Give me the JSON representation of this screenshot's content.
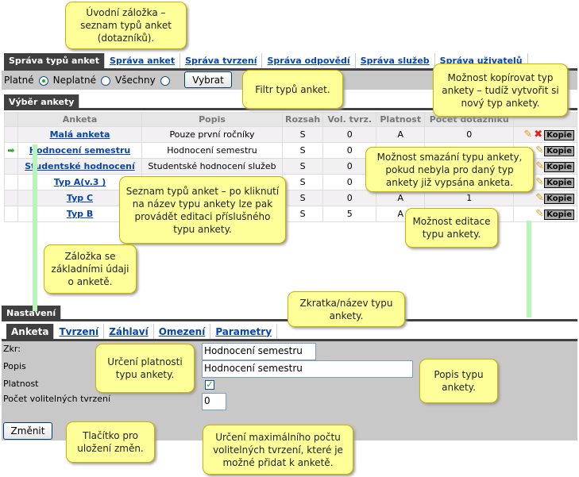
{
  "top_tabs": [
    "Správa typů anket",
    "Správa anket",
    "Správa tvrzení",
    "Správa odpovědí",
    "Správa služeb",
    "Správa uživatelů"
  ],
  "filter": {
    "options": [
      "Platné",
      "Neplatné",
      "Všechny"
    ],
    "selected": 0,
    "button": "Vybrat"
  },
  "section_title": "Výběr ankety",
  "table": {
    "headers": [
      "Anketa",
      "Popis",
      "Rozsah",
      "Vol. tvrz.",
      "Platnost",
      "Počet dotazníků"
    ],
    "rows": [
      {
        "anketa": "Malá anketa",
        "popis": "Pouze první ročníky",
        "rozsah": "S",
        "vol": "0",
        "platnost": "A",
        "pocet": "0",
        "current": false,
        "delete": true
      },
      {
        "anketa": "Hodnocení semestru",
        "popis": "Hodnocení semestru",
        "rozsah": "S",
        "vol": "0",
        "platnost": "",
        "pocet": "",
        "current": true,
        "delete": false
      },
      {
        "anketa": "Studentské hodnocení",
        "popis": "Studentské hodnocení služeb",
        "rozsah": "S",
        "vol": "0",
        "platnost": "",
        "pocet": "",
        "current": false,
        "delete": false
      },
      {
        "anketa": "Typ A(v.3 )",
        "popis": "",
        "rozsah": "S",
        "vol": "0",
        "platnost": "",
        "pocet": "",
        "current": false,
        "delete": false
      },
      {
        "anketa": "Typ C",
        "popis": "",
        "rozsah": "S",
        "vol": "0",
        "platnost": "A",
        "pocet": "1",
        "current": false,
        "delete": false
      },
      {
        "anketa": "Typ B",
        "popis": "",
        "rozsah": "S",
        "vol": "5",
        "platnost": "A",
        "pocet": "",
        "current": false,
        "delete": false
      }
    ],
    "copy_label": "Kopie"
  },
  "settings_title": "Nastavení",
  "sub_tabs": [
    "Anketa",
    "Tvrzení",
    "Záhlaví",
    "Omezení",
    "Parametry"
  ],
  "form": {
    "zkr_label": "Zkr:",
    "zkr_value": "Hodnocení semestru",
    "popis_label": "Popis",
    "popis_value": "Hodnocení semestru",
    "platnost_label": "Platnost",
    "platnost_checked": true,
    "pocet_label": "Počet volitelných tvrzení",
    "pocet_value": "0",
    "submit": "Změnit"
  },
  "callouts": [
    "Úvodní záložka – seznam typů anket (dotazníků).",
    "Filtr typů anket.",
    "Možnost kopírovat typ ankety – tudíž vytvořit si nový typ ankety.",
    "Možnost smazání typu ankety, pokud nebyla pro daný typ ankety již vypsána anketa.",
    "Seznam typů anket – po kliknutí na název typu ankety lze pak provádět editaci příslušného typu ankety.",
    "Možnost editace typu ankety.",
    "Záložka se základními údaji o anketě.",
    "Zkratka/název typu ankety.",
    "Určení platnosti typu ankety.",
    "Popis typu ankety.",
    "Tlačítko pro uložení změn.",
    "Určení maximálního počtu volitelných tvrzení, které je možné přidat k anketě."
  ]
}
